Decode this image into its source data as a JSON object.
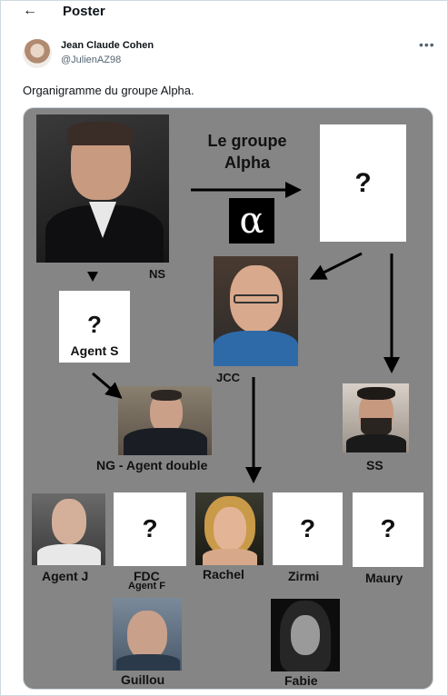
{
  "header": {
    "title": "Poster",
    "back_icon": "arrow-left-icon"
  },
  "post": {
    "author_name": "Jean Claude Cohen",
    "author_handle": "@JulienAZ98",
    "more_icon": "three-dots-icon",
    "text": "Organigramme du groupe Alpha."
  },
  "chart": {
    "title_line1": "Le groupe",
    "title_line2": "Alpha",
    "alpha_symbol": "α",
    "unknown_mark": "?",
    "labels": {
      "ns": "NS",
      "agent_s": "Agent S",
      "jcc": "JCC",
      "ng": "NG - Agent double",
      "ss": "SS",
      "agent_j": "Agent J",
      "fdc": "FDC",
      "agent_f": "Agent F",
      "rachel": "Rachel",
      "zirmi": "Zirmi",
      "maury": "Maury",
      "guillou": "Guillou",
      "fabie": "Fabie"
    }
  }
}
